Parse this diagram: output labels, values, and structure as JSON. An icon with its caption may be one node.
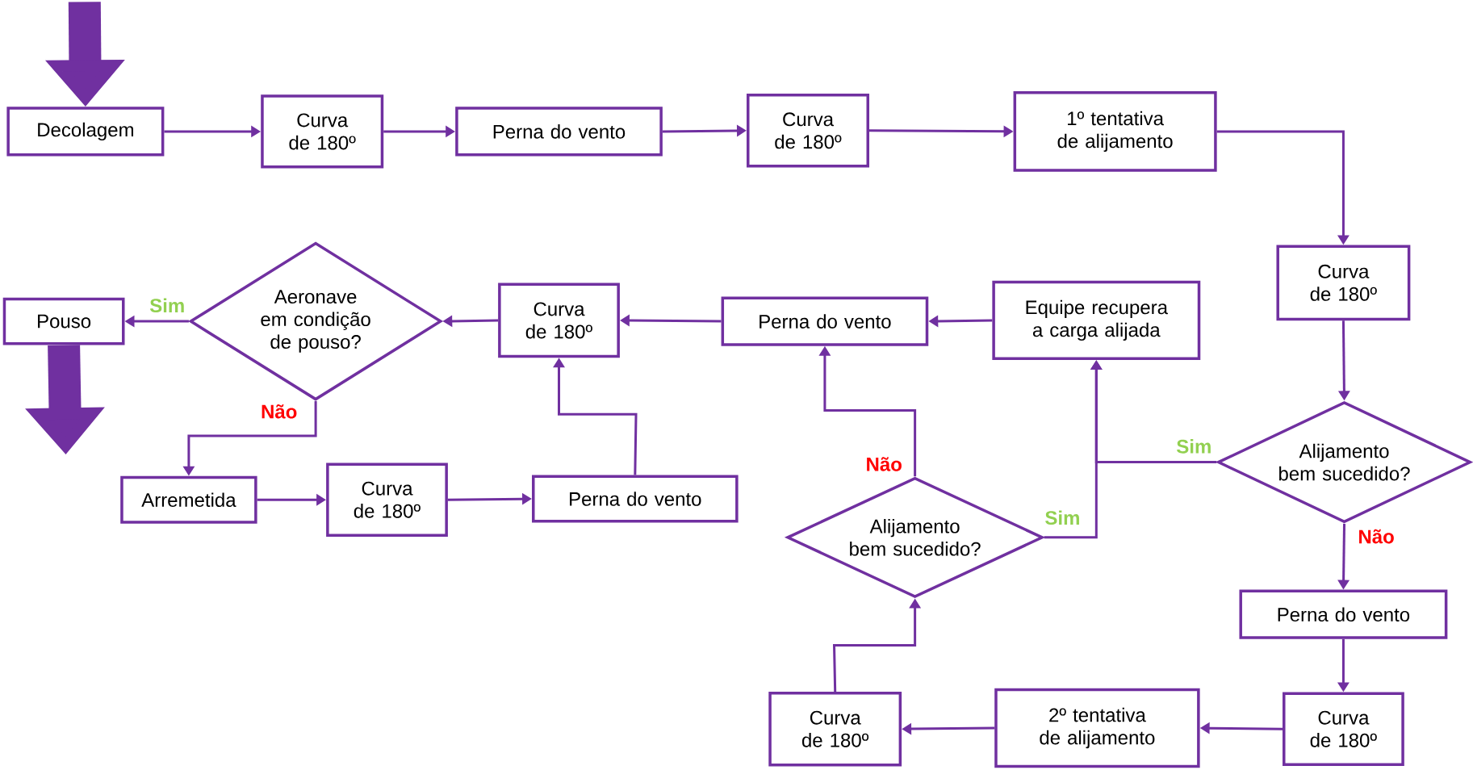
{
  "diagram": {
    "nodes": [
      {
        "text": [
          "Decolagem"
        ]
      },
      {
        "text": [
          "Curva de 180º"
        ]
      },
      {
        "text": [
          "Perna do vento"
        ]
      },
      {
        "text": [
          "Curva de 180º"
        ]
      },
      {
        "text": [
          "1º tentativa de alijamento"
        ]
      },
      {
        "text": [
          "Curva de 180º"
        ]
      },
      {
        "text": [
          "Alijamento bem sucedido?"
        ]
      },
      {
        "text": [
          "Perna do vento"
        ]
      },
      {
        "text": [
          "Curva de 180º"
        ]
      },
      {
        "text": [
          "2º tentativa de alijamento"
        ]
      },
      {
        "text": [
          "Curva de 180º"
        ]
      },
      {
        "text": [
          "Alijamento bem sucedido?"
        ]
      },
      {
        "text": [
          "Equipe recupera a carga alijada"
        ]
      },
      {
        "text": [
          "Perna do vento"
        ]
      },
      {
        "text": [
          "Curva de 180º"
        ]
      },
      {
        "text": [
          "Aeronave em condição de pouso?"
        ]
      },
      {
        "text": [
          "Pouso"
        ]
      },
      {
        "text": [
          "Arremetida"
        ]
      },
      {
        "text": [
          "Curva de 180º"
        ]
      },
      {
        "text": [
          "Perna do vento"
        ]
      }
    ],
    "edges": [
      {
        "from": 0,
        "to": 1,
        "arrow": "to"
      },
      {
        "from": 1,
        "to": 2,
        "arrow": "to"
      },
      {
        "from": 2,
        "to": 3,
        "arrow": "to"
      },
      {
        "from": 3,
        "to": 4,
        "arrow": "to"
      },
      {
        "from": 4,
        "to": 5,
        "arrow": "to"
      },
      {
        "from": 5,
        "to": 6,
        "arrow": "to"
      },
      {
        "from": 6,
        "to": 12,
        "arrow": "to",
        "label": "Sim"
      },
      {
        "from": 6,
        "to": 7,
        "arrow": "to",
        "label": "Não"
      },
      {
        "from": 7,
        "to": 8,
        "arrow": "to"
      },
      {
        "from": 8,
        "to": 9,
        "arrow": "to"
      },
      {
        "from": 9,
        "to": 10,
        "arrow": "to"
      },
      {
        "from": 10,
        "to": 11,
        "arrow": "to"
      },
      {
        "from": 11,
        "to": 12,
        "arrow": "to",
        "label": "Sim"
      },
      {
        "from": 11,
        "to": 13,
        "arrow": "to",
        "label": "Não"
      },
      {
        "from": 12,
        "to": 13,
        "arrow": "to"
      },
      {
        "from": 13,
        "to": 14,
        "arrow": "to"
      },
      {
        "from": 14,
        "to": 15,
        "arrow": "to"
      },
      {
        "from": 15,
        "to": 16,
        "arrow": "to",
        "label": "Sim"
      },
      {
        "from": 15,
        "to": 17,
        "arrow": "to",
        "label": "Não"
      },
      {
        "from": 17,
        "to": 18,
        "arrow": "to"
      },
      {
        "from": 18,
        "to": 19,
        "arrow": "to"
      },
      {
        "from": 19,
        "to": 14,
        "arrow": "to"
      },
      {
        "from": null,
        "to": 0,
        "arrow": "to",
        "style": "thick"
      },
      {
        "from": 16,
        "to": null,
        "arrow": "to",
        "style": "thick"
      }
    ]
  }
}
